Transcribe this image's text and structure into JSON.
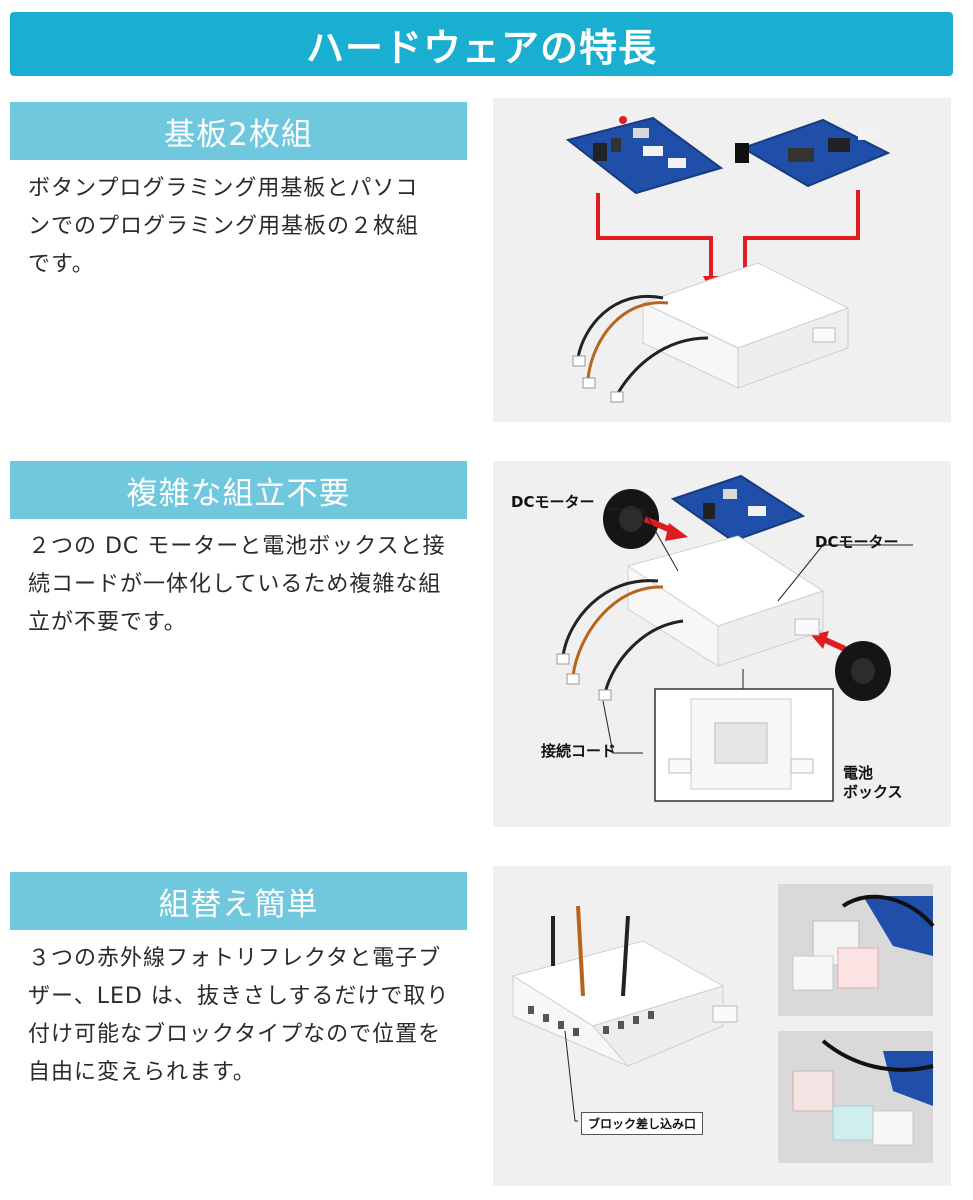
{
  "banner": {
    "title": "ハードウェアの特長"
  },
  "sections": [
    {
      "heading": "基板2枚組",
      "lines": [
        "ボタンプログラミング用基板とパソコ",
        "ンでのプログラミング用基板の２枚組",
        "です。"
      ]
    },
    {
      "heading": "複雑な組立不要",
      "lines": [
        "２つの DC モーターと電池ボックスと接",
        "続コードが一体化しているため複雑な組",
        "立が不要です。"
      ],
      "labels": {
        "dc_motor_left": "DCモーター",
        "dc_motor_right": "DCモーター",
        "cord": "接続コード",
        "battery_line1": "電池",
        "battery_line2": "ボックス"
      }
    },
    {
      "heading": "組替え簡単",
      "lines": [
        "３つの赤外線フォトリフレクタと電子ブ",
        "ザー、LED は、抜きさしするだけで取り",
        "付け可能なブロックタイプなので位置を",
        "自由に変えられます。"
      ],
      "labels": {
        "slot": "ブロック差し込み口"
      }
    }
  ],
  "colors": {
    "banner": "#1aaed0",
    "heading": "#6fc8dd",
    "arrow": "#e01b22",
    "board": "#1f4fa8",
    "photo_bg": "#f0f0f0"
  }
}
